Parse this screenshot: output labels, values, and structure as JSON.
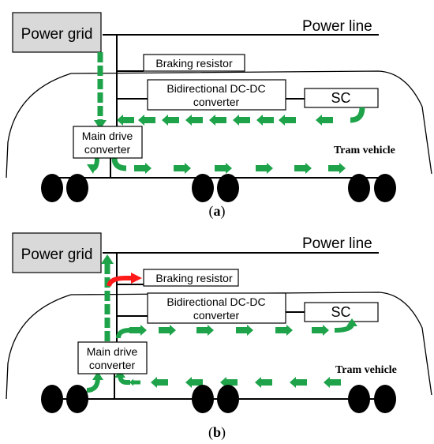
{
  "colors": {
    "flow_arrow": "#1ea34a",
    "braking_arrow": "#ff1a1a",
    "power_grid_fill": "#d9d9d9",
    "line": "#000000",
    "wheel": "#000000"
  },
  "icons": {
    "flow_arrow": "arrow-right-icon",
    "braking_arrow": "arrow-right-icon"
  },
  "panel_a": {
    "power_grid": "Power grid",
    "power_line": "Power line",
    "braking_resistor": "Braking resistor",
    "dcdc_line1": "Bidirectional DC-DC",
    "dcdc_line2": "converter",
    "sc": "SC",
    "main_drive_line1": "Main drive",
    "main_drive_line2": "converter",
    "tram_vehicle": "Tram vehicle",
    "caption_open": "(",
    "caption_letter": "a",
    "caption_close": ")"
  },
  "panel_b": {
    "power_grid": "Power grid",
    "power_line": "Power line",
    "braking_resistor": "Braking resistor",
    "dcdc_line1": "Bidirectional DC-DC",
    "dcdc_line2": "converter",
    "sc": "SC",
    "main_drive_line1": "Main drive",
    "main_drive_line2": "converter",
    "tram_vehicle": "Tram vehicle",
    "caption_open": "(",
    "caption_letter": "b",
    "caption_close": ")"
  }
}
